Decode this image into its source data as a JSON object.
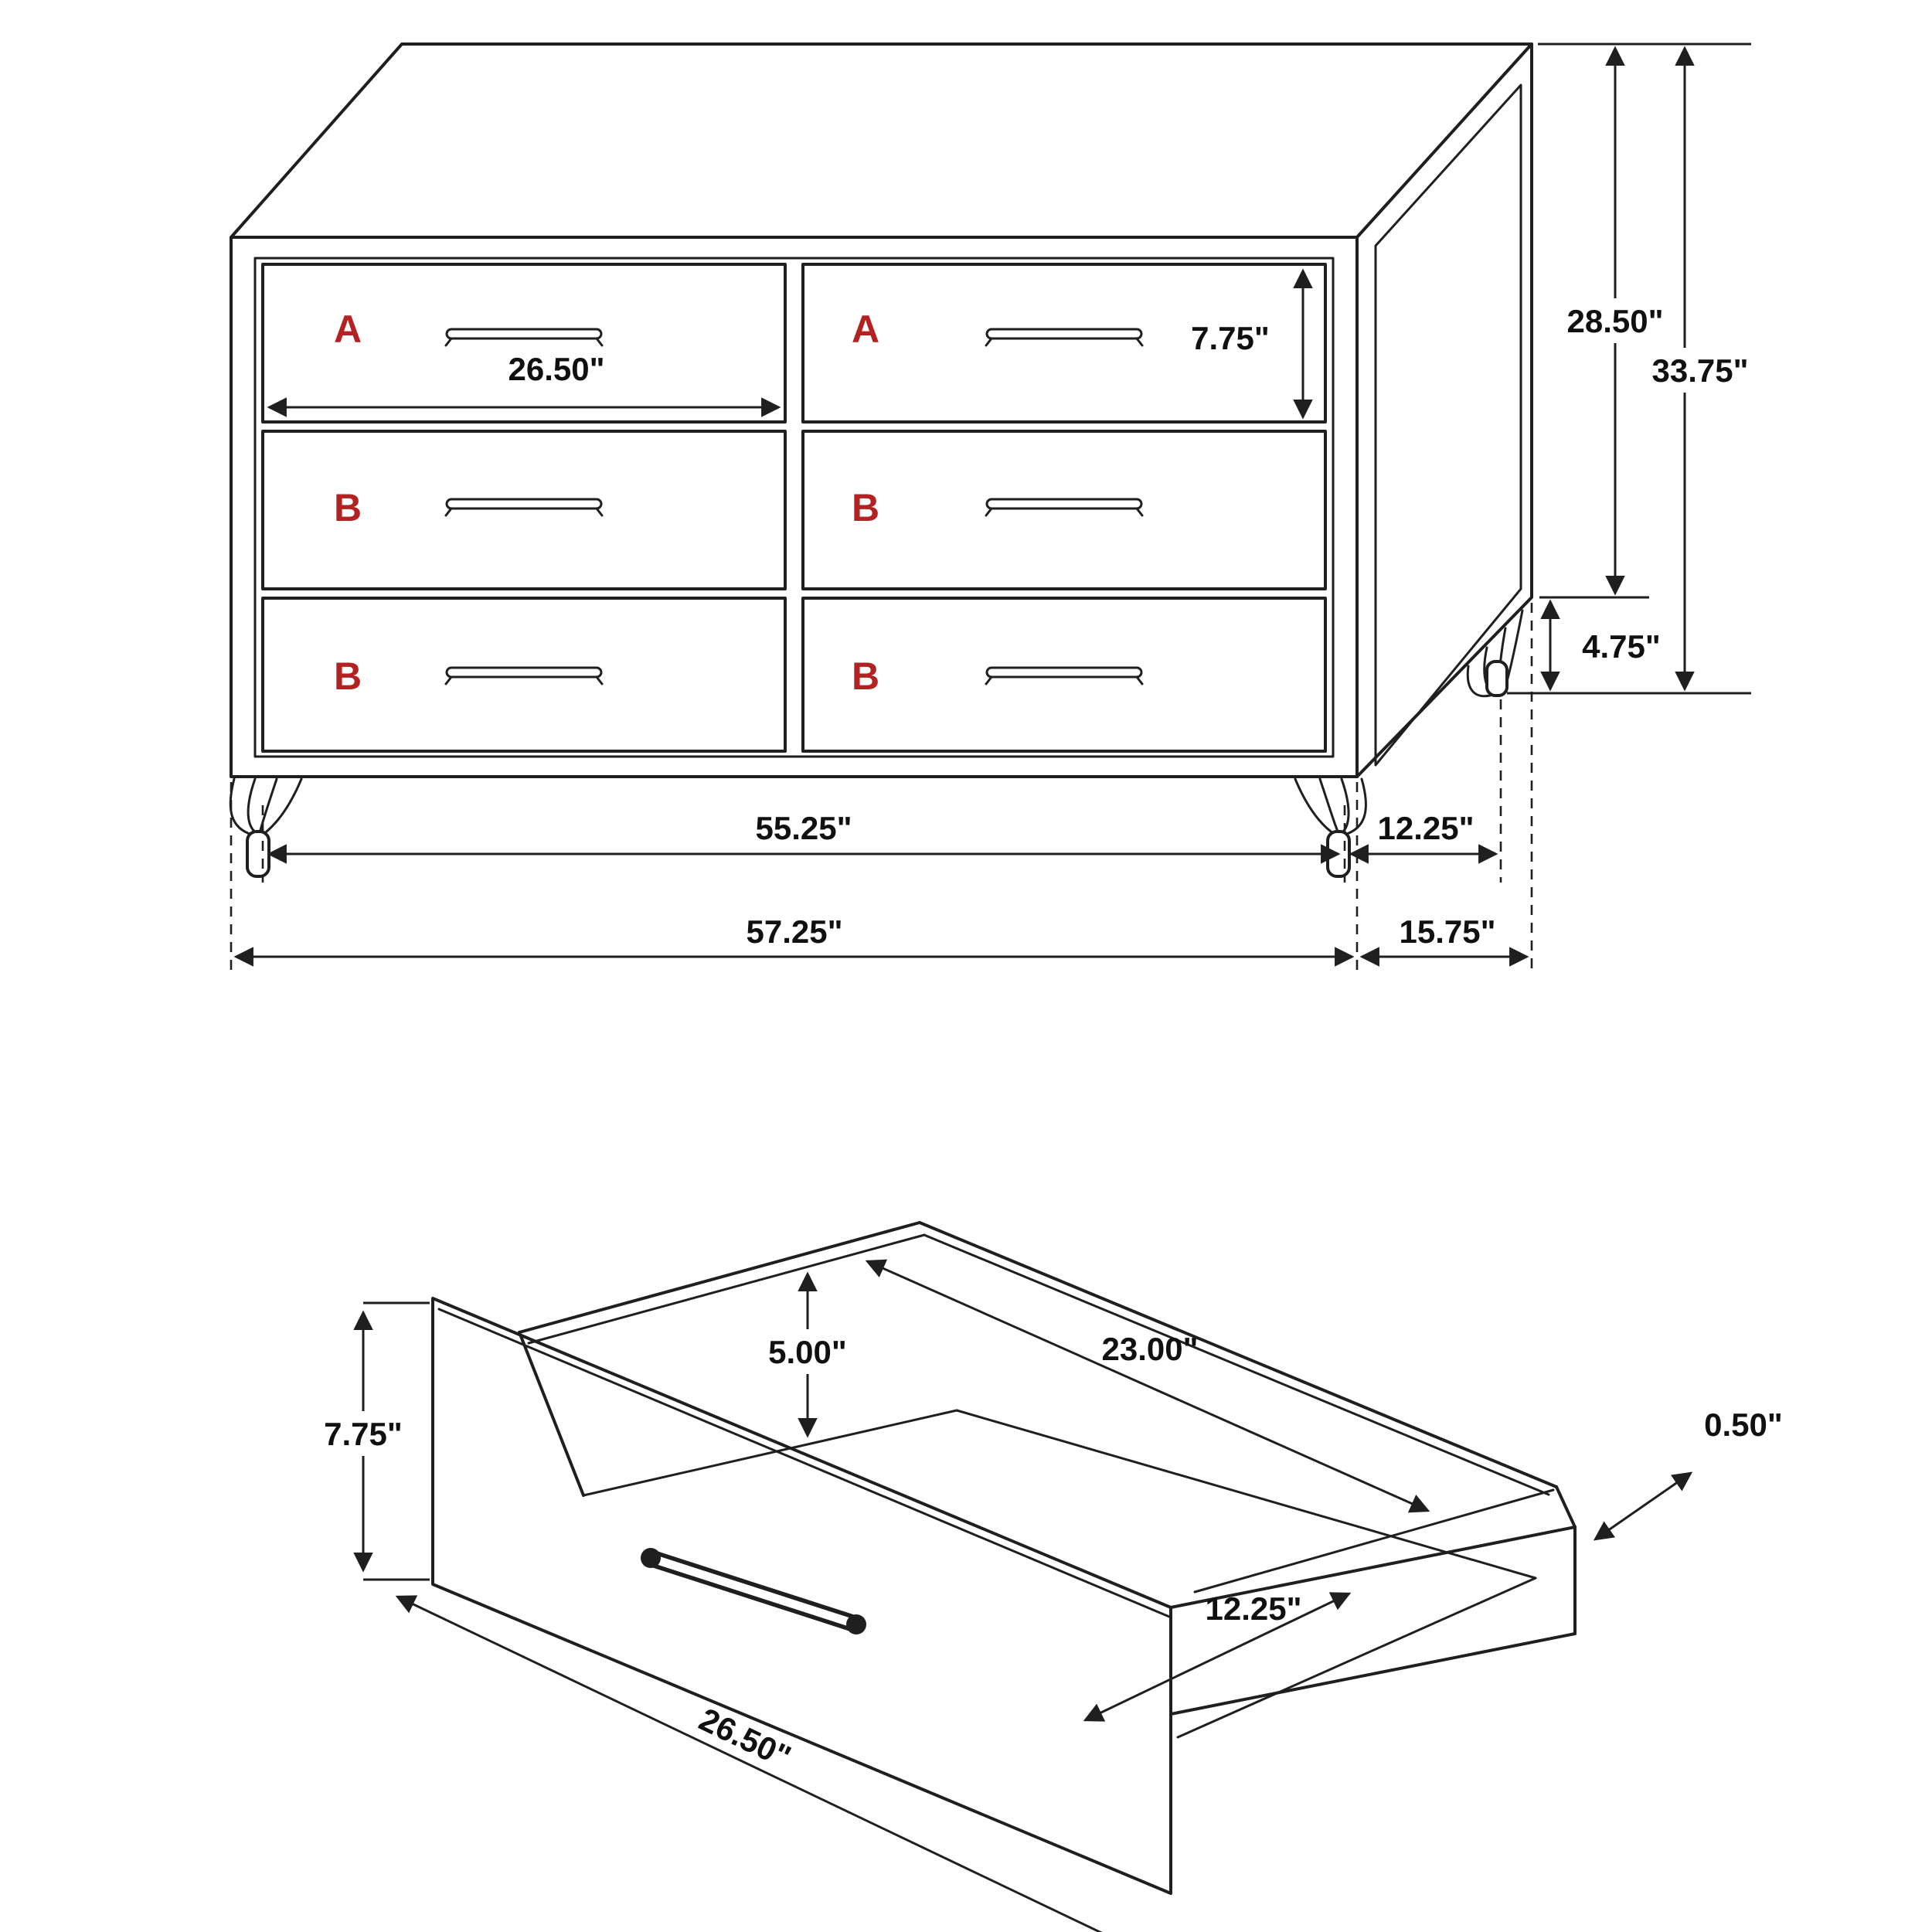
{
  "meta": {
    "diagram_type": "furniture dimension diagram",
    "units": "inches",
    "line_color": "#1f1f1f",
    "accent_color": "#b22222"
  },
  "dresser_view": {
    "drawer_letters": [
      "A",
      "A",
      "B",
      "B",
      "B",
      "B"
    ],
    "dims": {
      "drawer_front_width": "26.50\"",
      "drawer_front_height": "7.75\"",
      "case_height": "28.50\"",
      "overall_height": "33.75\"",
      "leg_height": "4.75\"",
      "leg_span_width": "55.25\"",
      "leg_span_depth": "12.25\"",
      "overall_width": "57.25\"",
      "overall_depth": "15.75\""
    }
  },
  "drawer_detail_view": {
    "dims": {
      "front_height": "7.75\"",
      "interior_depth": "5.00\"",
      "interior_length": "23.00\"",
      "interior_width": "12.25\"",
      "box_thickness": "0.50\"",
      "front_width": "26.50\""
    }
  }
}
